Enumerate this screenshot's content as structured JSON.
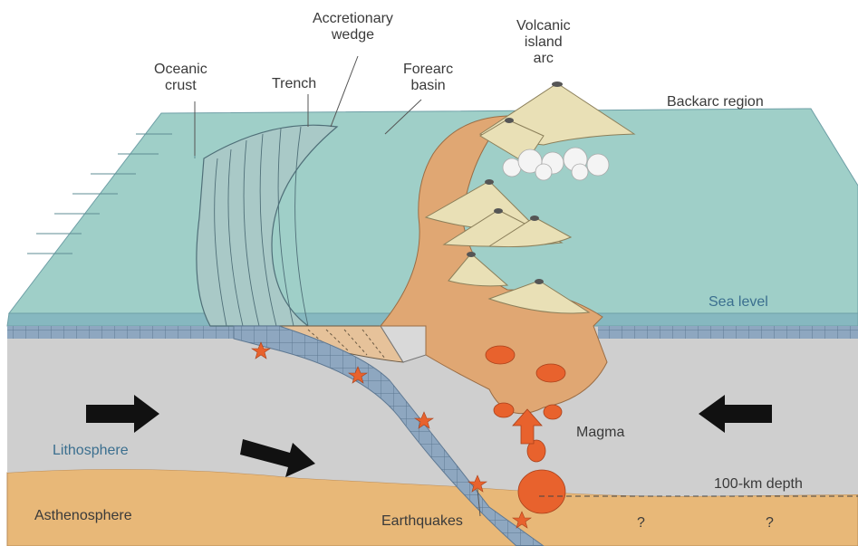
{
  "labels": {
    "oceanic_crust": [
      "Oceanic",
      "crust"
    ],
    "trench": "Trench",
    "accretionary_wedge": [
      "Accretionary",
      "wedge"
    ],
    "forearc_basin": [
      "Forearc",
      "basin"
    ],
    "volcanic_island_arc": [
      "Volcanic",
      "island",
      "arc"
    ],
    "backarc_region": "Backarc region",
    "sea_level": "Sea level",
    "lithosphere": "Lithosphere",
    "asthenosphere": "Asthenosphere",
    "magma": "Magma",
    "depth": "100-km depth",
    "earthquakes": "Earthquakes",
    "unknown_marks": [
      "?",
      "?"
    ]
  },
  "colors": {
    "sea": "#9ccbc4",
    "sea_front": "#7fb3bc",
    "lithosphere": "#c9c9c9",
    "slab": "#8ea7c0",
    "asthenosphere": "#e8b878",
    "crust_orange": "#e0a773",
    "volcano": "#e9e0b6",
    "magma": "#e8622d",
    "earthquake": "#e8622d",
    "label_blue": "#3b6f8f",
    "arrow": "#111111"
  }
}
